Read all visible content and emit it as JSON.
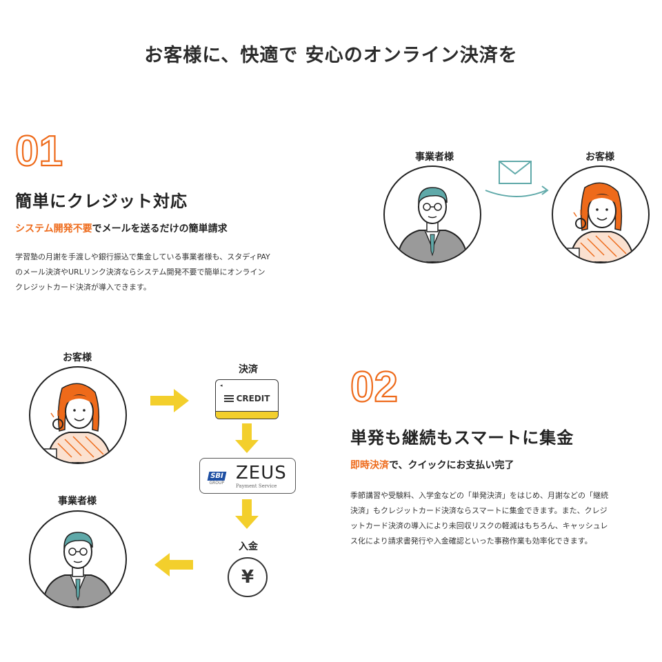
{
  "page": {
    "title": "お客様に、快適で 安心のオンライン決済を"
  },
  "section1": {
    "number": "01",
    "title": "簡単にクレジット対応",
    "subtitle_accent": "システム開発不要",
    "subtitle_rest": "でメールを送るだけの簡単請求",
    "body_lines": [
      "学習塾の月謝を手渡しや銀行振込で集金している事業者様も、スタディPAY",
      "のメール決済やURLリンク決済ならシステム開発不要で簡単にオンライン",
      "クレジットカード決済が導入できます。"
    ],
    "diagram": {
      "left_caption": "事業者様",
      "right_caption": "お客様",
      "left_icon": "businessman-illustration",
      "middle_icon": "envelope-icon",
      "right_icon": "customer-woman-illustration"
    }
  },
  "section2": {
    "number": "02",
    "title": "単発も継続もスマートに集金",
    "subtitle_accent": "即時決済",
    "subtitle_rest": "で、クイックにお支払い完了",
    "body_lines": [
      "季節講習や受験料、入学金などの「単発決済」をはじめ、月謝などの「継続",
      "決済」もクレジットカード決済ならスマートに集金できます。また、クレジ",
      "ットカード決済の導入により未回収リスクの軽減はもちろん、キャッシュレ",
      "ス化により請求書発行や入金確認といった事務作業も効率化できます。"
    ],
    "flow": {
      "customer_caption": "お客様",
      "business_caption": "事業者様",
      "payment_caption": "決済",
      "credit_card_label": "CREDIT",
      "zeus_logo": {
        "sbi": "SBI",
        "sbi_sub": "GROUP",
        "name": "ZEUS",
        "name_sub": "Payment Service"
      },
      "deposit_caption": "入金",
      "yen_symbol": "¥"
    }
  },
  "colors": {
    "accent_orange": "#ee6a1a",
    "arrow_yellow": "#f3cf2c",
    "text_dark": "#2b2b2b",
    "teal": "#5fa9a9"
  }
}
